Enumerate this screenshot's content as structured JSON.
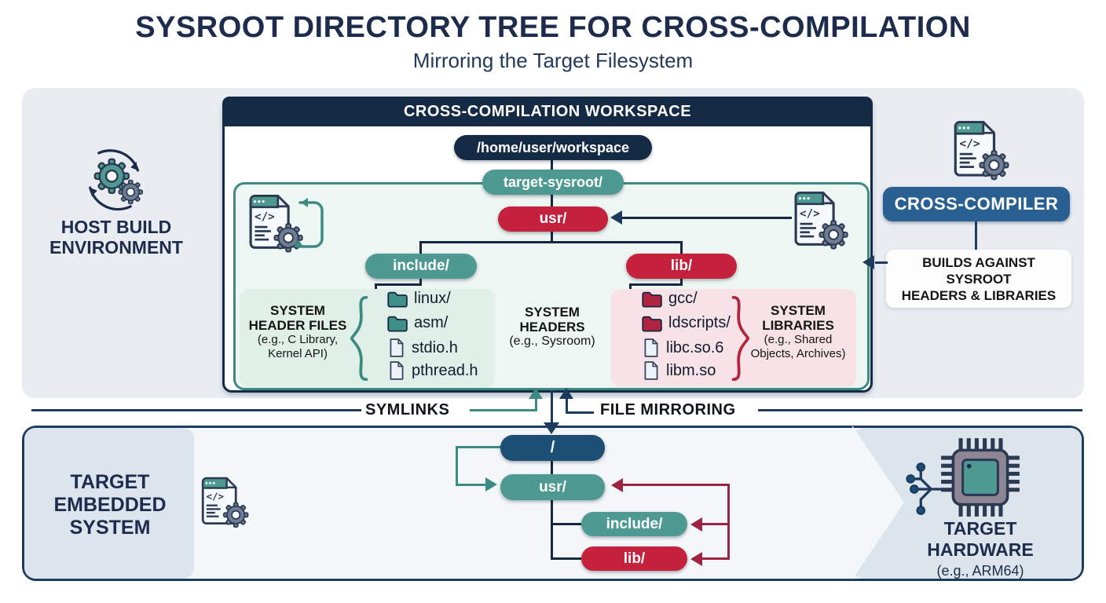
{
  "title": "SYSROOT DIRECTORY TREE FOR CROSS-COMPILATION",
  "subtitle": "Mirroring the Target Filesystem",
  "host": {
    "label_line1": "HOST BUILD",
    "label_line2": "ENVIRONMENT"
  },
  "workspace": {
    "header": "CROSS-COMPILATION WORKSPACE",
    "root_path": "/home/user/workspace",
    "sysroot": "target-sysroot/",
    "usr": "usr/",
    "include": "include/",
    "lib": "lib/",
    "include_items": [
      {
        "label": "linux/",
        "type": "folder"
      },
      {
        "label": "asm/",
        "type": "folder"
      },
      {
        "label": "stdio.h",
        "type": "file"
      },
      {
        "label": "pthread.h",
        "type": "file"
      }
    ],
    "lib_items": [
      {
        "label": "gcc/",
        "type": "folder"
      },
      {
        "label": "ldscripts/",
        "type": "folder"
      },
      {
        "label": "libc.so.6",
        "type": "file"
      },
      {
        "label": "libm.so",
        "type": "file"
      }
    ],
    "header_files_label": {
      "line1": "SYSTEM",
      "line2": "HEADER FILES",
      "line3": "(e.g., C Library,",
      "line4": "Kernel API)"
    },
    "system_headers_label": {
      "line1": "SYSTEM",
      "line2": "HEADERS",
      "line3": "(e.g., Sysroom)"
    },
    "libraries_label": {
      "line1": "SYSTEM",
      "line2": "LIBRARIES",
      "line3": "(e.g., Shared",
      "line4": "Objects, Archives)"
    }
  },
  "compiler": {
    "label": "CROSS-COMPILER",
    "note_line1": "BUILDS AGAINST",
    "note_line2": "SYSROOT",
    "note_line3": "HEADERS & LIBRARIES"
  },
  "divider": {
    "left_label": "SYMLINKS",
    "right_label": "FILE MIRRORING"
  },
  "target": {
    "system_line1": "TARGET",
    "system_line2": "EMBEDDED",
    "system_line3": "SYSTEM",
    "root": "/",
    "usr": "usr/",
    "include": "include/",
    "lib": "lib/",
    "hardware_line1": "TARGET",
    "hardware_line2": "HARDWARE",
    "hardware_line3": "(e.g., ARM64)"
  },
  "icons": {
    "host": "gears-cycle-icon",
    "workspace_left": "code-file-gear-refresh-icon",
    "workspace_right": "code-file-gear-icon",
    "compiler": "code-file-gear-icon",
    "embedded": "code-file-gear-icon",
    "hardware": "chip-icon",
    "hardware_aux": "circuit-nodes-icon"
  },
  "colors": {
    "navy": "#152a45",
    "teal": "#4e9a92",
    "crimson": "#c5203c",
    "steel_blue": "#2a6091",
    "arrow_red": "#9e2242",
    "panel": "#e9edf2"
  }
}
